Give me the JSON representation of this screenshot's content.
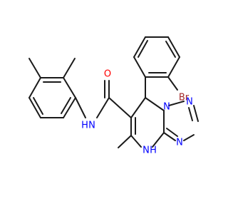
{
  "molecule": {
    "atoms": [
      {
        "id": "br",
        "symbol": "Br",
        "color": "#a52a2a"
      },
      {
        "id": "o",
        "symbol": "O",
        "color": "#ff0000"
      },
      {
        "id": "nh1",
        "symbol": "N",
        "color": "#0000ff",
        "h": "H"
      },
      {
        "id": "n1",
        "symbol": "N",
        "color": "#0000ff"
      },
      {
        "id": "n2",
        "symbol": "N",
        "color": "#0000ff"
      },
      {
        "id": "n3",
        "symbol": "N",
        "color": "#0000ff"
      },
      {
        "id": "nh2",
        "symbol": "N",
        "color": "#0000ff",
        "h": "H"
      }
    ]
  }
}
